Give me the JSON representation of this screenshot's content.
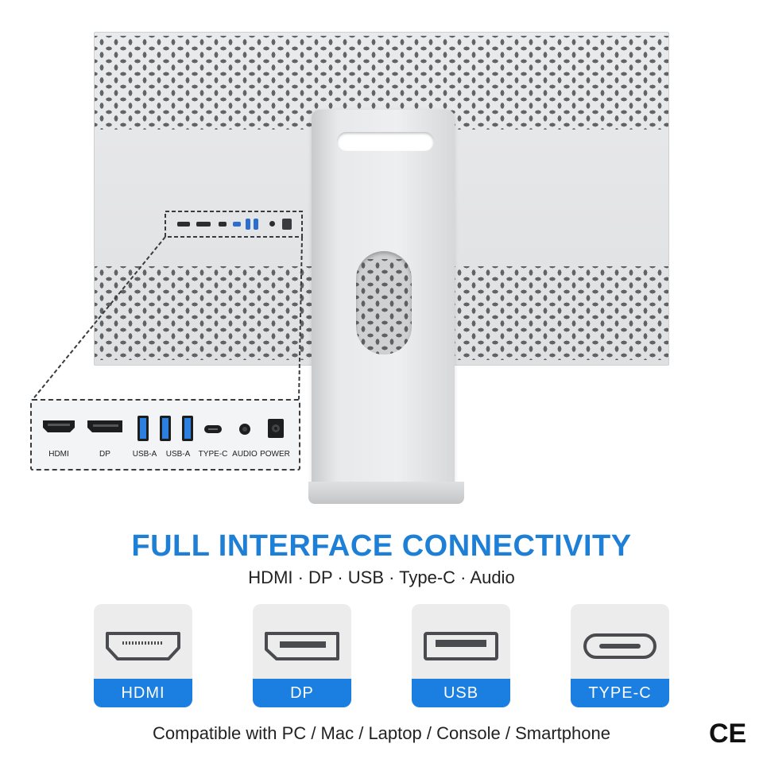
{
  "callout_ports": [
    {
      "label": "HDMI"
    },
    {
      "label": "DP"
    },
    {
      "label": "USB-A"
    },
    {
      "label": "USB-A"
    },
    {
      "label": "TYPE-C"
    },
    {
      "label": "AUDIO"
    },
    {
      "label": "POWER"
    }
  ],
  "headline": "FULL INTERFACE CONNECTIVITY",
  "subline": "HDMI · DP · USB · Type-C · Audio",
  "cards": [
    {
      "label": "HDMI",
      "icon": "hdmi-port-icon"
    },
    {
      "label": "DP",
      "icon": "displayport-icon"
    },
    {
      "label": "USB",
      "icon": "usb-port-icon"
    },
    {
      "label": "TYPE-C",
      "icon": "usb-c-port-icon"
    }
  ],
  "footer": "Compatible with PC / Mac / Laptop / Console / Smartphone",
  "ce_mark": "CE",
  "colors": {
    "accent": "#1e7fd6",
    "card_label_bg": "#1a7fe0",
    "card_bg": "#ececed"
  }
}
